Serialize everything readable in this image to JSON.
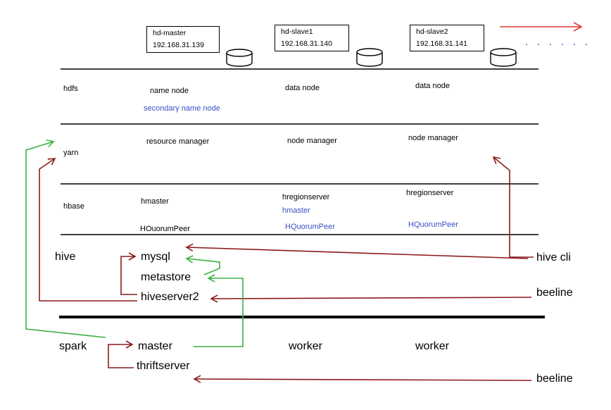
{
  "hosts": [
    {
      "name": "hd-master",
      "ip": "192.168.31.139"
    },
    {
      "name": "hd-slave1",
      "ip": "192.168.31.140"
    },
    {
      "name": "hd-slave2",
      "ip": "192.168.31.141"
    }
  ],
  "continuation": ". . . . . .",
  "layers": {
    "hdfs": {
      "label": "hdfs",
      "master": "name node",
      "master2": "secondary name node",
      "slave1": "data node",
      "slave2": "data node"
    },
    "yarn": {
      "label": "yarn",
      "master": "resource manager",
      "slave1": "node manager",
      "slave2": "node manager"
    },
    "hbase": {
      "label": "hbase",
      "master": "hmaster",
      "master_zk": "HOuorumPeer",
      "slave1": "hregionserver",
      "slave1b": "hmaster",
      "slave1_zk": "HQuorumPeer",
      "slave2": "hregionserver",
      "slave2_zk": "HQuorumPeer"
    }
  },
  "hive": {
    "label": "hive",
    "mysql": "mysql",
    "metastore": "metastore",
    "hiveserver2": "hiveserver2",
    "hive_cli": "hive cli",
    "beeline": "beeline"
  },
  "spark": {
    "label": "spark",
    "master": "master",
    "thriftserver": "thriftserver",
    "worker1": "worker",
    "worker2": "worker",
    "beeline": "beeline"
  },
  "colors": {
    "red": "#e53935",
    "dark_red": "#8b1a1a",
    "green": "#3cb043",
    "blue": "#3a4fc4",
    "line": "#000000"
  }
}
